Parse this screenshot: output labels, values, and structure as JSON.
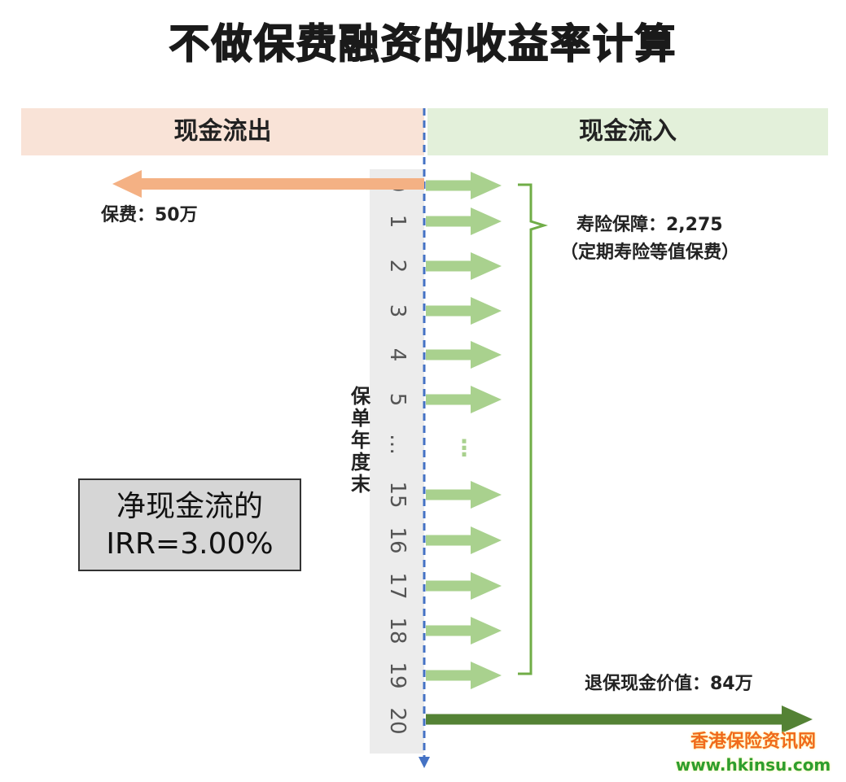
{
  "title": "不做保费融资的收益率计算",
  "headers": {
    "outflow": "现金流出",
    "inflow": "现金流入"
  },
  "timeline": {
    "axis_label": "保单年度末",
    "years": [
      "0",
      "1",
      "2",
      "3",
      "4",
      "5",
      "…",
      "15",
      "16",
      "17",
      "18",
      "19",
      "20"
    ],
    "ellipsis": "⋮"
  },
  "labels": {
    "premium": "保费：50万",
    "life_cover_line1": "寿险保障：2,275",
    "life_cover_line2": "（定期寿险等值保费）",
    "surrender": "退保现金价值：84万"
  },
  "irr": {
    "line1": "净现金流的",
    "line2": "IRR=3.00%"
  },
  "watermark": {
    "name": "香港保险资讯网",
    "url": "www.hkinsu.com"
  },
  "colors": {
    "outflow_arrow": "#f4b184",
    "inflow_arrow": "#a9d18e",
    "surrender_arrow": "#548235",
    "axis": "#4472c4",
    "bracket": "#70ad47"
  }
}
